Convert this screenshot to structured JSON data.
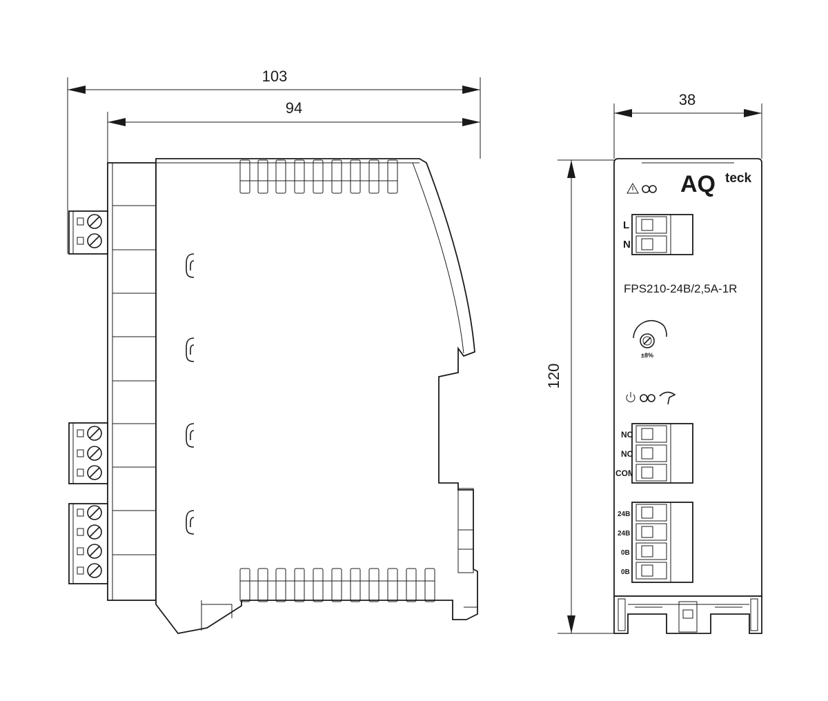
{
  "dimensions": {
    "overall_depth": "103",
    "body_depth": "94",
    "width": "38",
    "height": "120"
  },
  "front_panel": {
    "brand_prefix": "AQ",
    "brand_suffix": "teck",
    "model": "FPS210-24B/2,5A-1R",
    "adjust_label": "±8%",
    "input_terminals": [
      "L",
      "N"
    ],
    "relay_terminals": [
      "NC",
      "NO",
      "COM"
    ],
    "output_terminals": [
      "24B",
      "24B",
      "0B",
      "0B"
    ]
  },
  "icons": [
    "warning-icon",
    "led-pair-icon",
    "power-icon",
    "relay-icon",
    "potentiometer-icon",
    "screw-terminal-icon"
  ]
}
